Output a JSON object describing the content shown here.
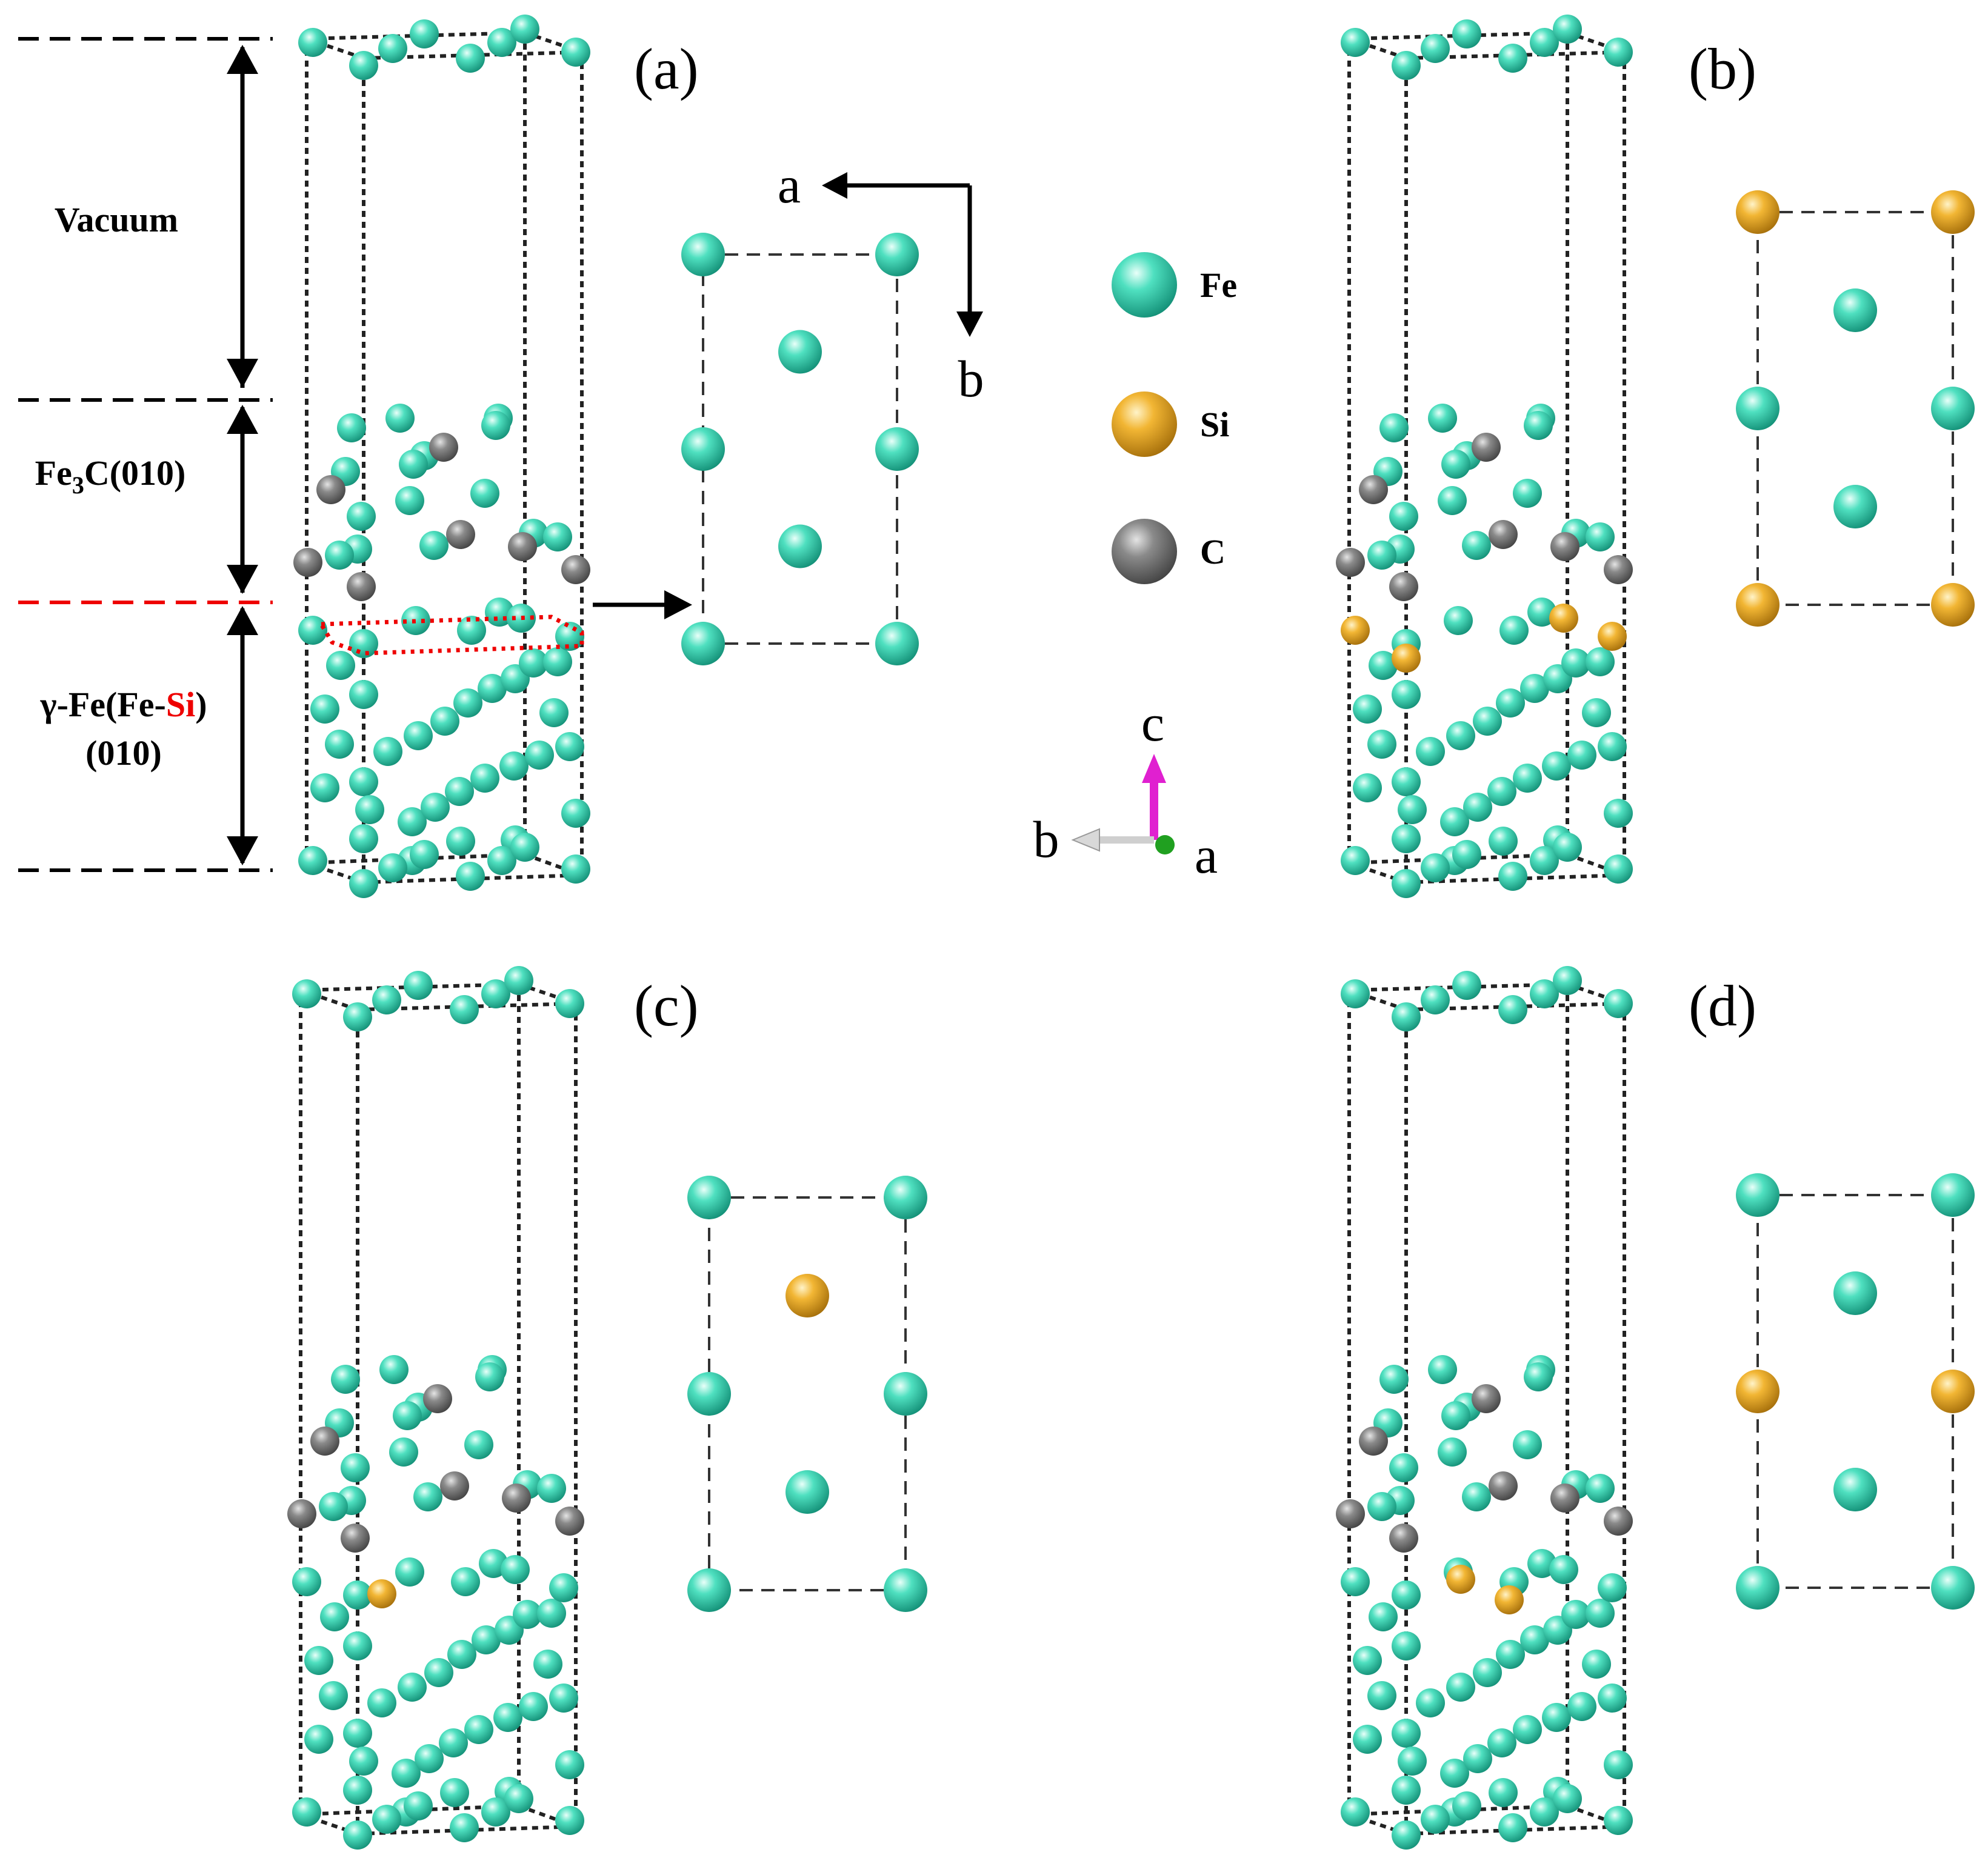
{
  "figure": {
    "panels": [
      {
        "id": "a",
        "label": "(a)",
        "surface_layer": [
          "Fe",
          "Fe",
          "Fe",
          "Fe",
          "Fe",
          "Fe"
        ],
        "slab_si_atoms": 0
      },
      {
        "id": "b",
        "label": "(b)",
        "surface_layer": [
          "Si",
          "Si",
          "Fe",
          "Fe",
          "Fe",
          "Si",
          "Si"
        ],
        "slab_si_atoms": 4
      },
      {
        "id": "c",
        "label": "(c)",
        "surface_layer": [
          "Fe",
          "Fe",
          "Si",
          "Fe",
          "Fe",
          "Fe",
          "Fe",
          "Fe"
        ],
        "slab_si_atoms": 1
      },
      {
        "id": "d",
        "label": "(d)",
        "surface_layer": [
          "Fe",
          "Fe",
          "Fe",
          "Si",
          "Si",
          "Fe",
          "Fe",
          "Fe"
        ],
        "slab_si_atoms": 2
      }
    ],
    "layers": {
      "vacuum": "Vacuum",
      "cementite_prefix": "Fe",
      "cementite_sub": "3",
      "cementite_suffix": "C(010)",
      "gamma_prefix": "γ-Fe(Fe-",
      "gamma_si": "Si",
      "gamma_suffix": ")",
      "gamma_plane": "(010)"
    },
    "legend": [
      {
        "symbol": "Fe",
        "color": "#3fd3b4"
      },
      {
        "symbol": "Si",
        "color": "#e6a820"
      },
      {
        "symbol": "C",
        "color": "#7a7a7a"
      }
    ],
    "inplane_axes": {
      "horizontal": "a",
      "vertical": "b"
    },
    "crystal_axes": {
      "c": "c",
      "b": "b",
      "a": "a"
    },
    "colors": {
      "fe": "#3fd3b4",
      "si": "#e6a820",
      "c": "#7a7a7a",
      "interface_line": "#ee0000",
      "si_text": "#ee0000",
      "c_axis": "#e020d0",
      "a_axis": "#20a020"
    }
  }
}
